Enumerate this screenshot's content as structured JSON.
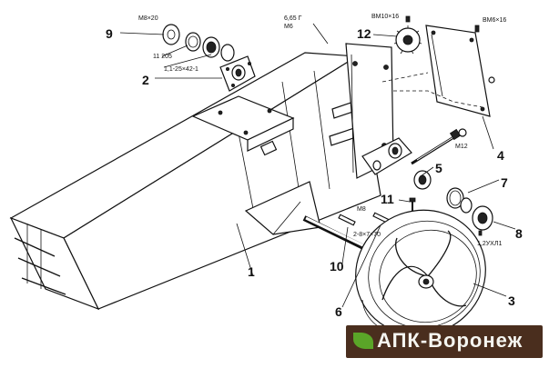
{
  "callouts": {
    "n1": "1",
    "n2": "2",
    "n3": "3",
    "n4": "4",
    "n5": "5",
    "n6": "6",
    "n7": "7",
    "n8": "8",
    "n9": "9",
    "n10": "10",
    "n11": "11",
    "n12": "12"
  },
  "specs": {
    "bolt_m8x20": "М8×20",
    "bearing_11205": "11 205",
    "seal": "1,1-25×42-1",
    "weight": "6,65 Г",
    "m6": "М6",
    "bm10x16": "ВМ10×16",
    "bm6x16": "ВМ6×16",
    "m12": "М12",
    "m8": "М8",
    "key": "2-8×7×70",
    "chain": "1,2УХЛ1"
  },
  "watermark": {
    "text": "АПК-Воронеж",
    "leaf_color": "#5aa528",
    "bg_color": "#4a2e1e"
  }
}
